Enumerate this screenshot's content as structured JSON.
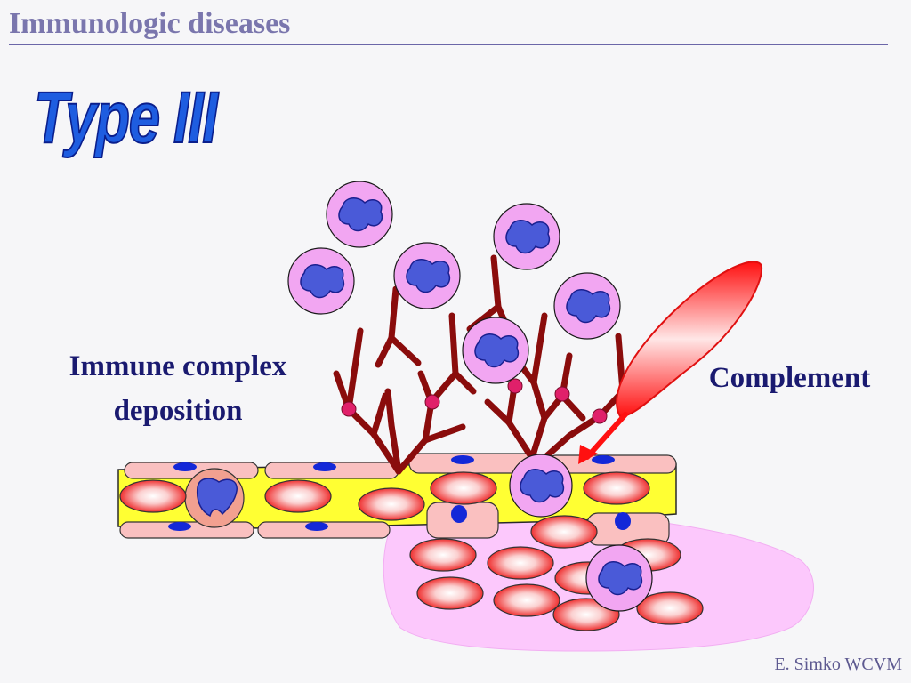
{
  "slide": {
    "title": "Immunologic diseases",
    "heading": "Type III",
    "label_left_line1": "Immune complex",
    "label_left_line2": "deposition",
    "label_right": "Complement",
    "author": "E. Simko WCVM"
  },
  "colors": {
    "title": "#7a76ad",
    "heading_fill": "#1e5de0",
    "label_text": "#1a1a70",
    "antibody": "#8a0c0c",
    "antigen": "#e0206a",
    "neutrophil_body": "#f2a6f2",
    "neutrophil_nucleus": "#4a5ad8",
    "red_cell": "#ef3030",
    "vessel_lumen": "#ffff33",
    "endothelium": "#fac0c0",
    "tissue": "#fcc8fc"
  }
}
